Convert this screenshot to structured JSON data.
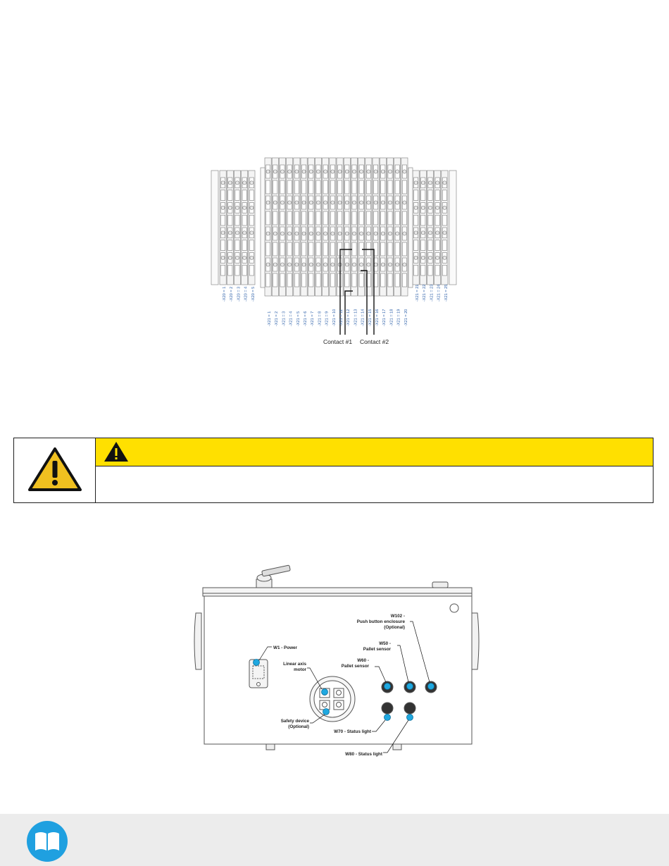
{
  "terminal_diagram": {
    "left_labels": [
      "-X20 = 1",
      "-X20 = 2",
      "-X20 = 3",
      "-X20 = 4",
      "-X20 = 5"
    ],
    "middle_labels": [
      "-X21 = 1",
      "-X21 = 2",
      "-X21 = 3",
      "-X21 = 4",
      "-X21 = 5",
      "-X21 = 6",
      "-X21 = 7",
      "-X21 = 8",
      "-X21 = 9",
      "-X21 = 10",
      "-X21 = 11",
      "-X21 = 12",
      "-X21 = 13",
      "-X21 = 14",
      "-X21 = 15",
      "-X21 = 16",
      "-X21 = 17",
      "-X21 = 18",
      "-X21 = 19",
      "-X21 = 20"
    ],
    "right_labels": [
      "-X21 = 21",
      "-X21 = 22",
      "-X21 = 23",
      "-X21 = 24",
      "-X21 = 25"
    ],
    "contact1_label": "Contact #1",
    "contact2_label": "Contact #2"
  },
  "caution": {
    "header_text": "",
    "body_text": ""
  },
  "enclosure_diagram": {
    "w1": "W1 - Power",
    "linear_axis_1": "Linear axis",
    "linear_axis_2": "motor",
    "safety_1": "Safety device",
    "safety_2": "(Optional)",
    "w60_1": "W60 -",
    "w60_2": "Pallet sensor",
    "w50_1": "W50 -",
    "w50_2": "Pallet sensor",
    "w102_1": "W102 -",
    "w102_2": "Push button enclosure",
    "w102_3": "(Optional)",
    "w70": "W70 - Status light",
    "w80": "W80 - Status light"
  },
  "colors": {
    "caution_yellow": "#ffe000",
    "label_blue": "#2a5ea8",
    "port_blue": "#1fa8e0",
    "footer_gray": "#ececec"
  },
  "footer": {
    "icon": "open-book-icon"
  }
}
